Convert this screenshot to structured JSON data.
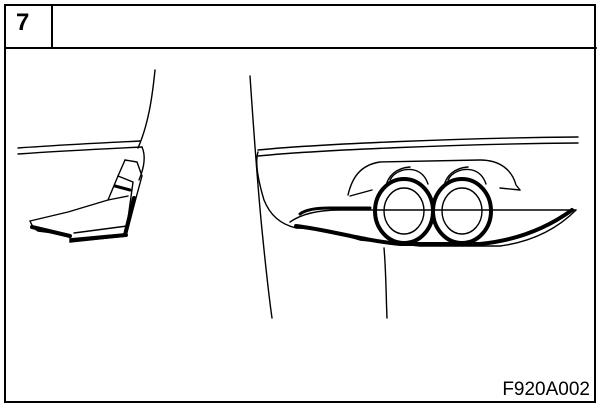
{
  "figure": {
    "step_number": "7",
    "figure_code": "F920A002"
  },
  "icons": {
    "left_panel": "bumper-mudflap-illustration",
    "right_panel": "twin-exhaust-tailpipe-illustration"
  }
}
